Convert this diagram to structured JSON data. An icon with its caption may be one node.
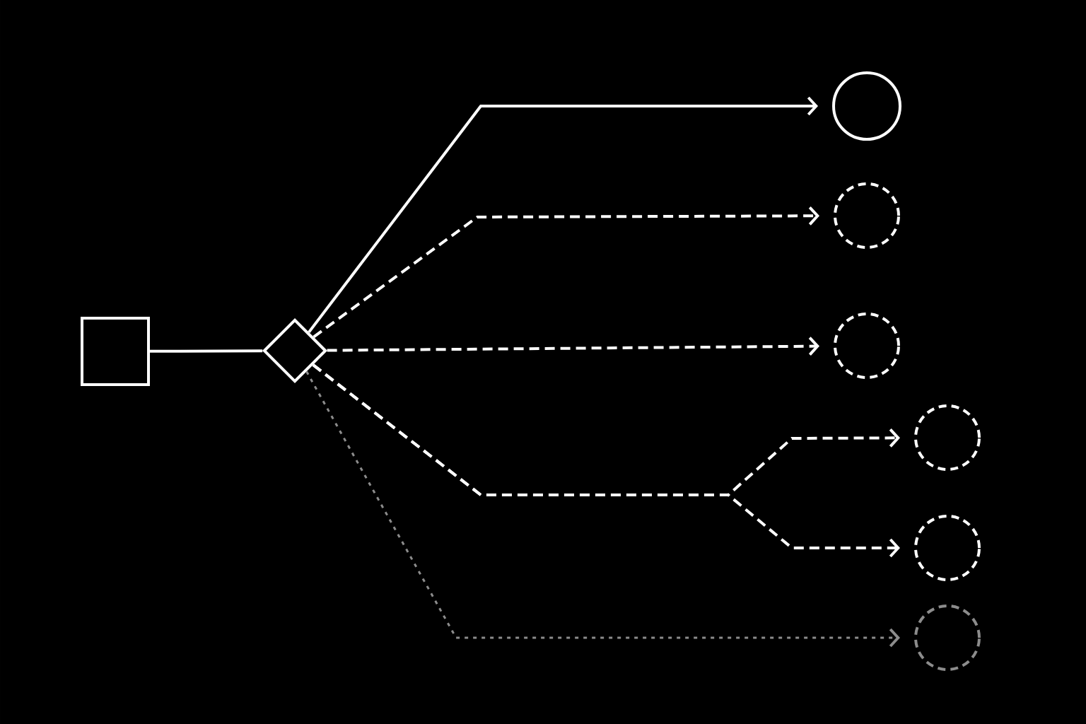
{
  "diagram": {
    "nodes": [
      {
        "text": [],
        "shape": "box"
      },
      {
        "text": [],
        "shape": "diamond"
      },
      {
        "text": [],
        "shape": "circle"
      },
      {
        "text": [],
        "shape": "circle"
      },
      {
        "text": [],
        "shape": "circle"
      },
      {
        "text": [],
        "shape": "circle"
      },
      {
        "text": [],
        "shape": "circle"
      },
      {
        "text": [],
        "shape": "circle"
      }
    ],
    "edges": [
      {
        "from": 0,
        "to": 1,
        "arrow": "none"
      },
      {
        "from": 1,
        "to": 2,
        "arrow": "to"
      },
      {
        "from": 1,
        "to": 3,
        "arrow": "to",
        "style": "dashed"
      },
      {
        "from": 1,
        "to": 4,
        "arrow": "to",
        "style": "dashed"
      },
      {
        "from": 1,
        "to": 5,
        "arrow": "to",
        "style": "dashed"
      },
      {
        "from": 1,
        "to": 6,
        "arrow": "to",
        "style": "dashed"
      },
      {
        "from": 1,
        "to": 7,
        "arrow": "to",
        "style": "dashed",
        "color": "#8c8c8c"
      }
    ]
  }
}
